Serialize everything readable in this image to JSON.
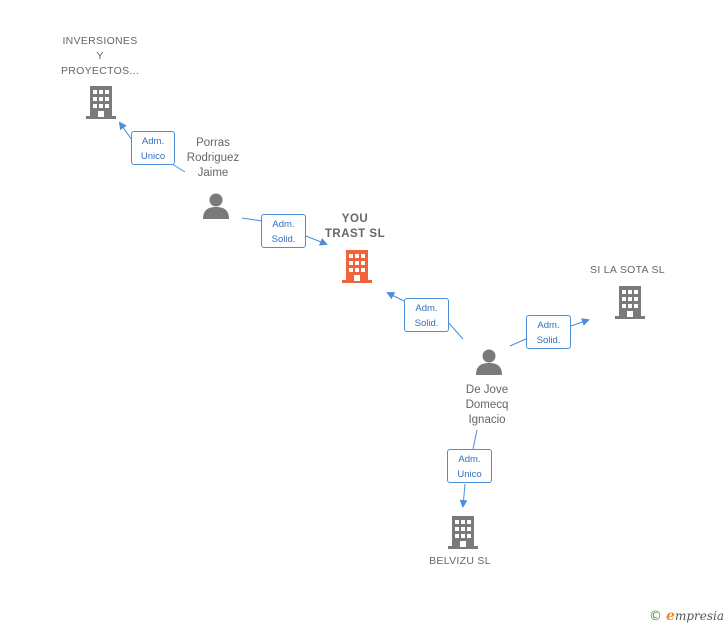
{
  "colors": {
    "node": "#7a7a7a",
    "center_node": "#f0643c",
    "edge": "#4a8fd8",
    "text": "#666666"
  },
  "nodes": {
    "inversiones": {
      "label": "INVERSIONES\nY\nPROYECTOS...",
      "kind": "company",
      "icon": "building-icon"
    },
    "porras": {
      "label": "Porras\nRodriguez\nJaime",
      "kind": "person",
      "icon": "person-icon"
    },
    "you_trast": {
      "label": "YOU\nTRAST  SL",
      "kind": "company",
      "icon": "building-icon",
      "highlight": true
    },
    "si_la_sota": {
      "label": "SI LA SOTA  SL",
      "kind": "company",
      "icon": "building-icon"
    },
    "de_jove": {
      "label": "De Jove\nDomecq\nIgnacio",
      "kind": "person",
      "icon": "person-icon"
    },
    "belvizu": {
      "label": "BELVIZU  SL",
      "kind": "company",
      "icon": "building-icon"
    }
  },
  "relations": [
    {
      "from": "porras",
      "to": "inversiones",
      "label": "Adm.\nUnico"
    },
    {
      "from": "porras",
      "to": "you_trast",
      "label": "Adm.\nSolid."
    },
    {
      "from": "de_jove",
      "to": "you_trast",
      "label": "Adm.\nSolid."
    },
    {
      "from": "de_jove",
      "to": "si_la_sota",
      "label": "Adm.\nSolid."
    },
    {
      "from": "de_jove",
      "to": "belvizu",
      "label": "Adm.\nUnico"
    }
  ],
  "brand": {
    "copyright": "©",
    "initial": "e",
    "rest": "mpresia"
  }
}
